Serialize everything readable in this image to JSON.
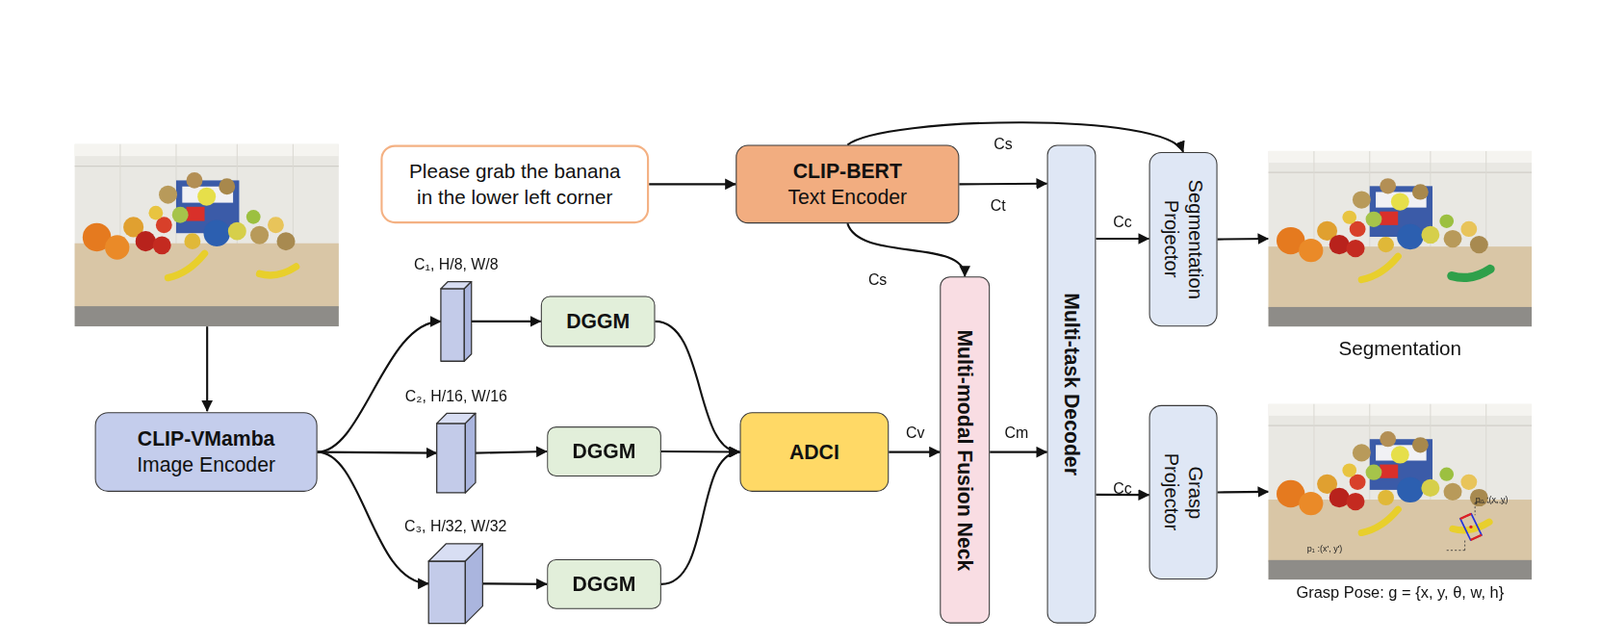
{
  "diagram": {
    "nodes": [
      {
        "text": [
          "CLIP-VMamba",
          "Image Encoder"
        ]
      },
      {
        "text": [
          "C₁, H/8, W/8"
        ]
      },
      {
        "text": [
          "C₂, H/16, W/16"
        ]
      },
      {
        "text": [
          "C₃, H/32, W/32"
        ]
      },
      {
        "text": [
          "DGGM"
        ]
      },
      {
        "text": [
          "DGGM"
        ]
      },
      {
        "text": [
          "DGGM"
        ]
      },
      {
        "text": [
          "ADCI"
        ]
      },
      {
        "text": [
          "Please grab the banana in the lower left corner"
        ]
      },
      {
        "text": [
          "CLIP-BERT",
          "Text Encoder"
        ]
      },
      {
        "text": [
          "Multi-modal Fusion Neck"
        ]
      },
      {
        "text": [
          "Multi-task Decoder"
        ]
      },
      {
        "text": [
          "Segmentation Projector"
        ]
      },
      {
        "text": [
          "Grasp Projector"
        ]
      },
      {
        "text": [
          "Segmentation"
        ]
      },
      {
        "text": [
          "Grasp Pose: g = {x, y, θ, w, h}"
        ]
      }
    ],
    "edges": [
      {
        "from": 0,
        "to": 1,
        "arrow": "to"
      },
      {
        "from": 0,
        "to": 2,
        "arrow": "to"
      },
      {
        "from": 0,
        "to": 3,
        "arrow": "to"
      },
      {
        "from": 1,
        "to": 4,
        "arrow": "to"
      },
      {
        "from": 2,
        "to": 5,
        "arrow": "to"
      },
      {
        "from": 3,
        "to": 6,
        "arrow": "to"
      },
      {
        "from": 4,
        "to": 7,
        "arrow": "to"
      },
      {
        "from": 5,
        "to": 7,
        "arrow": "to"
      },
      {
        "from": 6,
        "to": 7,
        "arrow": "to"
      },
      {
        "from": 8,
        "to": 9,
        "arrow": "to"
      },
      {
        "from": 9,
        "to": 12,
        "label": "Cs",
        "arrow": "to"
      },
      {
        "from": 9,
        "to": 11,
        "label": "Ct",
        "arrow": "to"
      },
      {
        "from": 9,
        "to": 10,
        "label": "Cs",
        "arrow": "to"
      },
      {
        "from": 7,
        "to": 10,
        "label": "Cv",
        "arrow": "to"
      },
      {
        "from": 10,
        "to": 11,
        "label": "Cm",
        "arrow": "to"
      },
      {
        "from": 11,
        "to": 12,
        "label": "Cc",
        "arrow": "to"
      },
      {
        "from": 11,
        "to": 13,
        "label": "Cc",
        "arrow": "to"
      },
      {
        "from": 12,
        "to": 14,
        "arrow": "to"
      },
      {
        "from": 13,
        "to": 15,
        "arrow": "to"
      }
    ],
    "labels": [
      "p₀ :(x, y)",
      "p₁ :(x', y')"
    ]
  }
}
